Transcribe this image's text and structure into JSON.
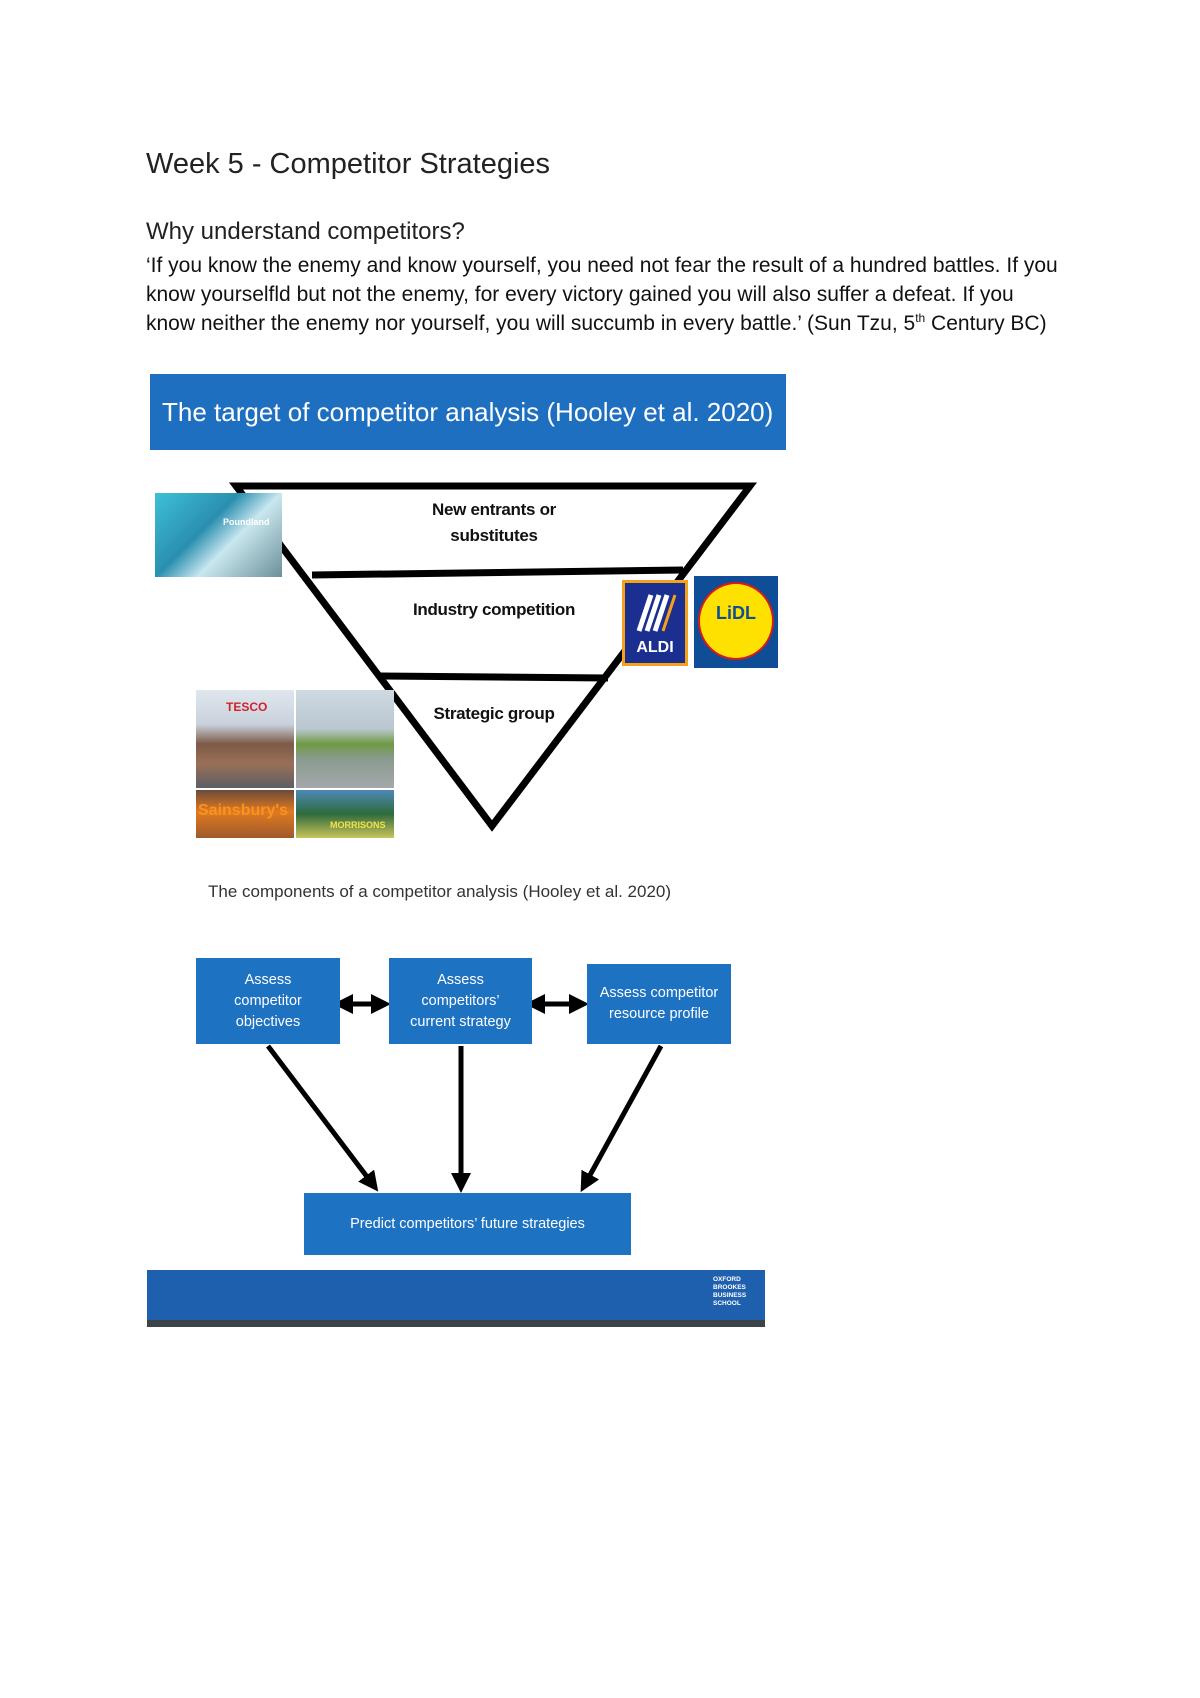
{
  "document": {
    "title": "Week 5 - Competitor Strategies",
    "section_heading": "Why understand competitors?",
    "quote_part1": "‘If you know the enemy and know yourself, you need not fear the result of a hundred battles. If you know yourselfld but not the enemy, for every victory gained you will also suffer a defeat. If you know neither the enemy nor yourself, you will succumb in every battle.’ (Sun Tzu, 5",
    "quote_sup": "th",
    "quote_part2": " Century BC)"
  },
  "slide1": {
    "banner": "The target of competitor analysis (Hooley et al. 2020)",
    "layers": {
      "top": "New entrants or substitutes",
      "middle": "Industry competition",
      "bottom": "Strategic group"
    },
    "photos": {
      "poundland": "Poundland",
      "tesco": "TESCO",
      "sainsburys": "Sainsbury's",
      "morrisons": "MORRISONS"
    },
    "logos": {
      "aldi": "ALDI",
      "lidl": "LiDL"
    }
  },
  "slide2": {
    "caption": "The components of a competitor analysis (Hooley et al. 2020)",
    "boxes": {
      "objectives": "Assess competitor objectives",
      "strategy": "Assess competitors’ current strategy",
      "resources": "Assess competitor resource profile",
      "predict": "Predict competitors’ future strategies"
    },
    "footer_logo": [
      "OXFORD",
      "BROOKES",
      "BUSINESS",
      "SCHOOL"
    ]
  },
  "colors": {
    "slide_blue": "#1f6fc0",
    "footer_blue": "#1e5fae",
    "footer_rule": "#3b4248"
  }
}
